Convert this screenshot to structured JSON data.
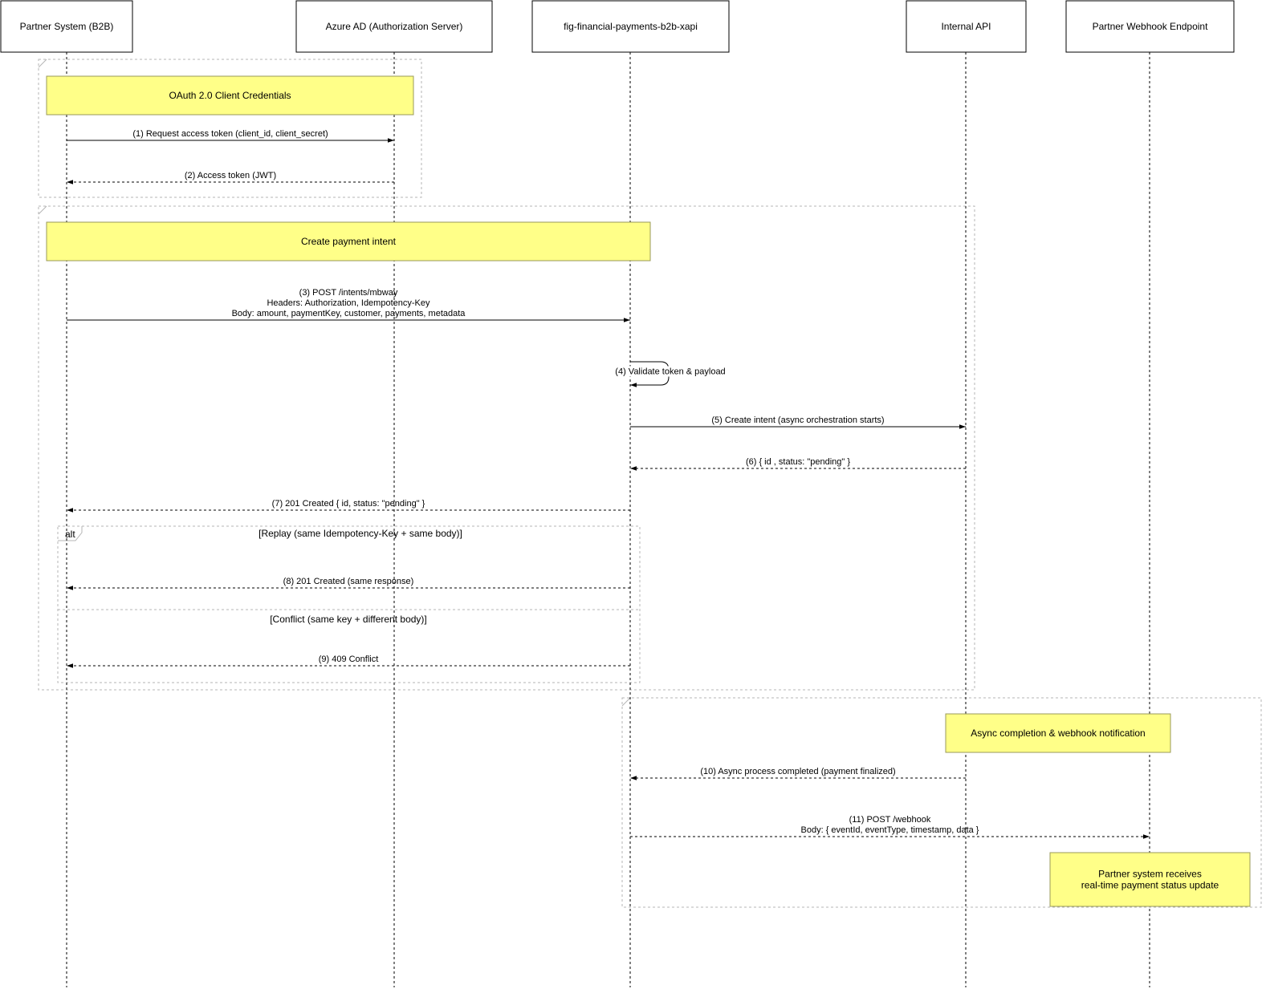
{
  "participants": [
    {
      "id": "partner",
      "label": "Partner System (B2B)"
    },
    {
      "id": "azure",
      "label": "Azure AD (Authorization Server)"
    },
    {
      "id": "xapi",
      "label": "fig-financial-payments-b2b-xapi"
    },
    {
      "id": "internal",
      "label": "Internal API"
    },
    {
      "id": "webhook",
      "label": "Partner Webhook Endpoint"
    }
  ],
  "notes": [
    {
      "id": "oauth",
      "lines": [
        "OAuth 2.0 Client Credentials"
      ]
    },
    {
      "id": "create",
      "lines": [
        "Create payment intent"
      ]
    },
    {
      "id": "async",
      "lines": [
        "Async completion & webhook notification"
      ]
    },
    {
      "id": "partner_update",
      "lines": [
        "Partner system receives",
        "real-time payment status update"
      ]
    }
  ],
  "messages": [
    {
      "id": "m1",
      "from": "partner",
      "to": "azure",
      "style": "solid",
      "lines": [
        "(1) Request access token (client_id, client_secret)"
      ]
    },
    {
      "id": "m2",
      "from": "azure",
      "to": "partner",
      "style": "dashed",
      "lines": [
        "(2) Access token (JWT)"
      ]
    },
    {
      "id": "m3",
      "from": "partner",
      "to": "xapi",
      "style": "solid",
      "lines": [
        "(3) POST /intents/mbway",
        "Headers: Authorization, Idempotency-Key",
        "Body: amount, paymentKey, customer, payments, metadata"
      ]
    },
    {
      "id": "m4",
      "from": "xapi",
      "to": "xapi",
      "style": "self",
      "lines": [
        "(4) Validate token & payload"
      ]
    },
    {
      "id": "m5",
      "from": "xapi",
      "to": "internal",
      "style": "solid",
      "lines": [
        "(5) Create intent (async orchestration starts)"
      ]
    },
    {
      "id": "m6",
      "from": "internal",
      "to": "xapi",
      "style": "dashed",
      "lines": [
        "(6) { id , status: \"pending\" }"
      ]
    },
    {
      "id": "m7",
      "from": "xapi",
      "to": "partner",
      "style": "dashed",
      "lines": [
        "(7) 201 Created { id, status: \"pending\" }"
      ]
    },
    {
      "id": "m8",
      "from": "xapi",
      "to": "partner",
      "style": "dashed",
      "lines": [
        "(8) 201 Created (same response)"
      ]
    },
    {
      "id": "m9",
      "from": "xapi",
      "to": "partner",
      "style": "dashed",
      "lines": [
        "(9) 409 Conflict"
      ]
    },
    {
      "id": "m10",
      "from": "internal",
      "to": "xapi",
      "style": "dashed",
      "lines": [
        "(10) Async process completed (payment finalized)"
      ]
    },
    {
      "id": "m11",
      "from": "xapi",
      "to": "webhook",
      "style": "dashed",
      "lines": [
        "(11) POST /webhook",
        "Body: { eventId, eventType, timestamp, data }"
      ]
    }
  ],
  "alt": {
    "label": "alt",
    "guards": [
      "[Replay (same Idempotency-Key + same body)]",
      "[Conflict (same key + different body)]"
    ]
  }
}
